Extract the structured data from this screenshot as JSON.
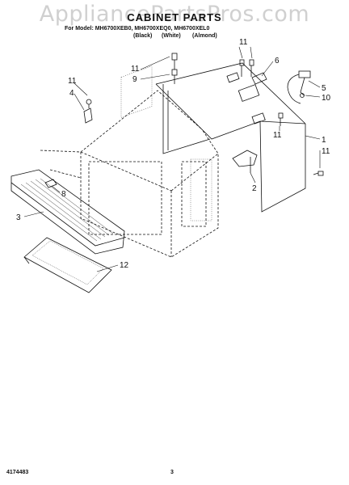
{
  "watermark": "AppliancePartsPros.com",
  "header": {
    "title": "CABINET PARTS",
    "model_line": "For Model: MH6700XEB0, MH6700XEQ0, MH6700XEL0",
    "colors": [
      "(Black)",
      "(White)",
      "(Almond)"
    ]
  },
  "callouts": {
    "c1": "1",
    "c2": "2",
    "c3": "3",
    "c4": "4",
    "c5": "5",
    "c6": "6",
    "c8": "8",
    "c9": "9",
    "c10": "10",
    "c11a": "11",
    "c11b": "11",
    "c11c": "11",
    "c11d": "11",
    "c11e": "11",
    "c12": "12"
  },
  "footer": {
    "part_number": "4174483",
    "page_number": "3"
  }
}
